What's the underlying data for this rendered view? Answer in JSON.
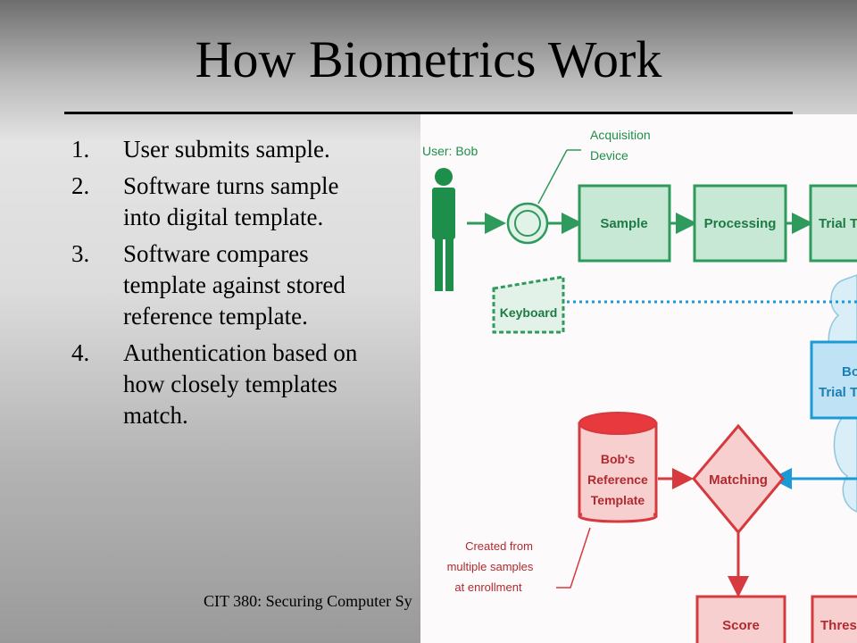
{
  "slide": {
    "title": "How Biometrics Work",
    "footer": "CIT 380: Securing Computer Sy"
  },
  "steps": [
    {
      "num": "1.",
      "lines": [
        "User submits sample."
      ]
    },
    {
      "num": "2.",
      "lines": [
        "Software turns sample",
        "into digital template."
      ]
    },
    {
      "num": "3.",
      "lines": [
        "Software compares",
        "template against stored",
        "reference template."
      ]
    },
    {
      "num": "4.",
      "lines": [
        "Authentication based on",
        "how closely templates",
        "match."
      ]
    }
  ],
  "diagram": {
    "user_label": "User: Bob",
    "acquisition_device": [
      "Acquisition",
      "Device"
    ],
    "sample": "Sample",
    "processing": "Processing",
    "trial_template": "Trial Te",
    "keyboard": "Keyboard",
    "cloud_box": [
      "Bo",
      "Trial Te"
    ],
    "reference_template": [
      "Bob's",
      "Reference",
      "Template"
    ],
    "matching": "Matching",
    "created_note": [
      "Created from",
      "multiple samples",
      "at enrollment"
    ],
    "score": "Score",
    "threshold": "Thres",
    "colors": {
      "green_fill": "#c7e8d4",
      "green_stroke": "#2e9a5c",
      "figure": "#1e8f4a",
      "red_fill": "#f8cfcf",
      "red_stroke": "#d6393e",
      "cyl_top": "#e8393f",
      "blue_fill": "#bfe2f4",
      "blue_stroke": "#1a9bd6",
      "cloud": "#d9eef7"
    }
  }
}
